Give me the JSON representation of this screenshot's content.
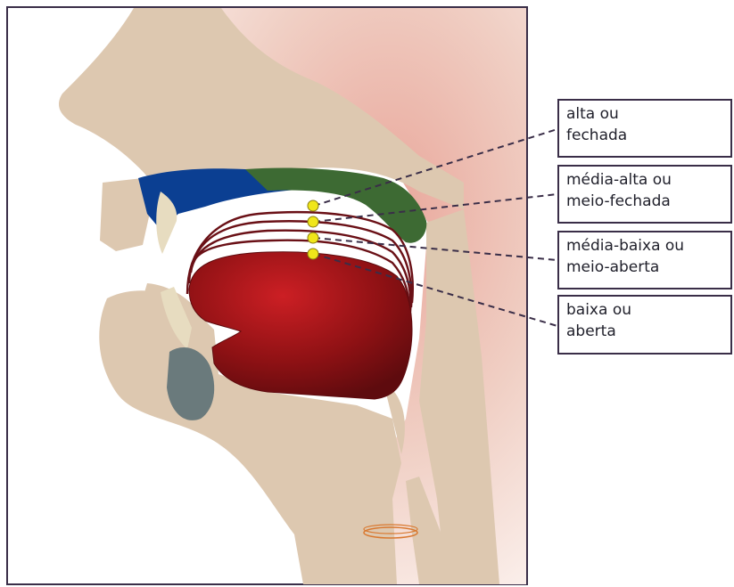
{
  "labels": [
    {
      "line1": "alta ou",
      "line2": "fechada"
    },
    {
      "line1": "média-alta ou",
      "line2": "meio-fechada"
    },
    {
      "line1": "média-baixa ou",
      "line2": "meio-aberta"
    },
    {
      "line1": "baixa ou",
      "line2": "aberta"
    }
  ],
  "colors": {
    "skin": "#ddc8b0",
    "throat_pink": "#e6b6aa",
    "hard_palate": "#0b3f92",
    "soft_palate": "#3d6a33",
    "tongue": "#8e1114",
    "tongue_outline": "#6a1016",
    "point": "#f0e61a",
    "frame": "#3a2e48",
    "teeth": "#e7dcc0",
    "mandible_bone": "#6a7a7c"
  }
}
